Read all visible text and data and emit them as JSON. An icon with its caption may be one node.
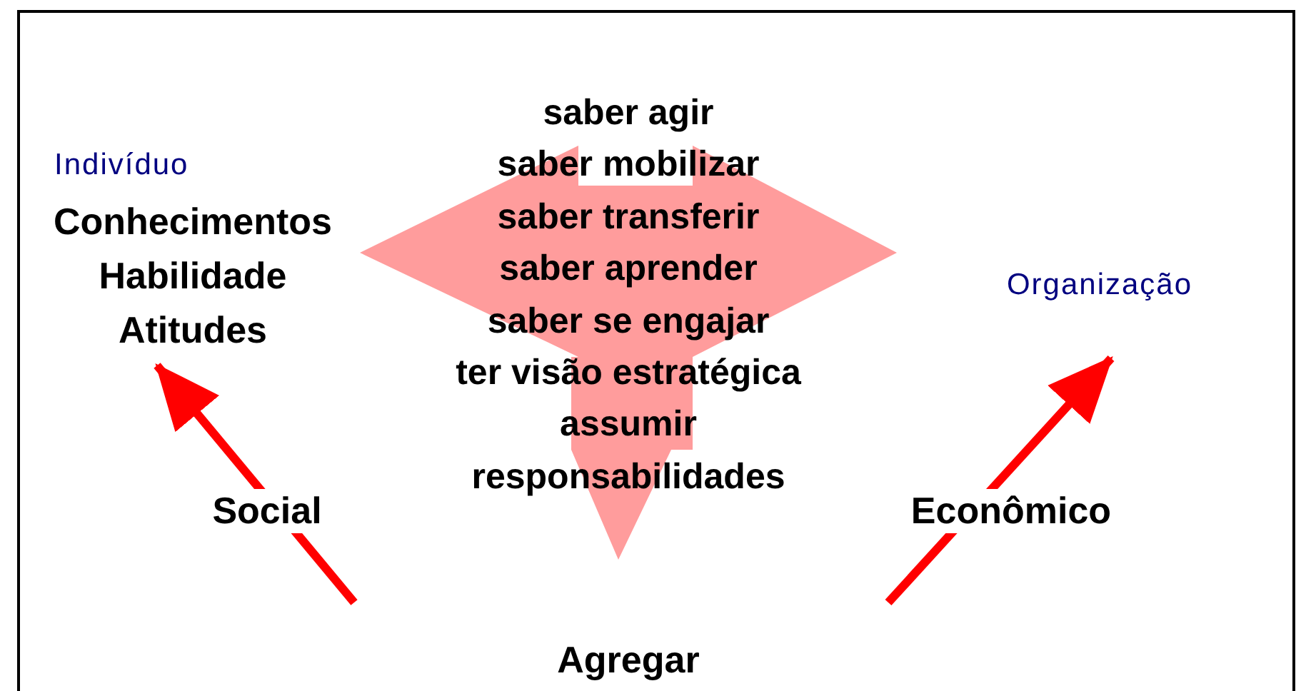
{
  "diagram": {
    "nodes": [
      {
        "text": [
          "Indivíduo",
          "Conhecimentos",
          "Habilidade",
          "Atitudes"
        ]
      },
      {
        "text": [
          "saber agir",
          "saber mobilizar",
          "saber transferir",
          "saber aprender",
          "saber se engajar",
          "ter visão estratégica",
          "assumir responsabilidades"
        ]
      },
      {
        "text": [
          "Organização"
        ]
      },
      {
        "text": [
          "Agregar"
        ]
      }
    ],
    "edges": [
      {
        "from": null,
        "to": 0,
        "arrow": "to",
        "label": "Social"
      },
      {
        "from": null,
        "to": 2,
        "arrow": "to",
        "label": "Econômico"
      }
    ]
  }
}
